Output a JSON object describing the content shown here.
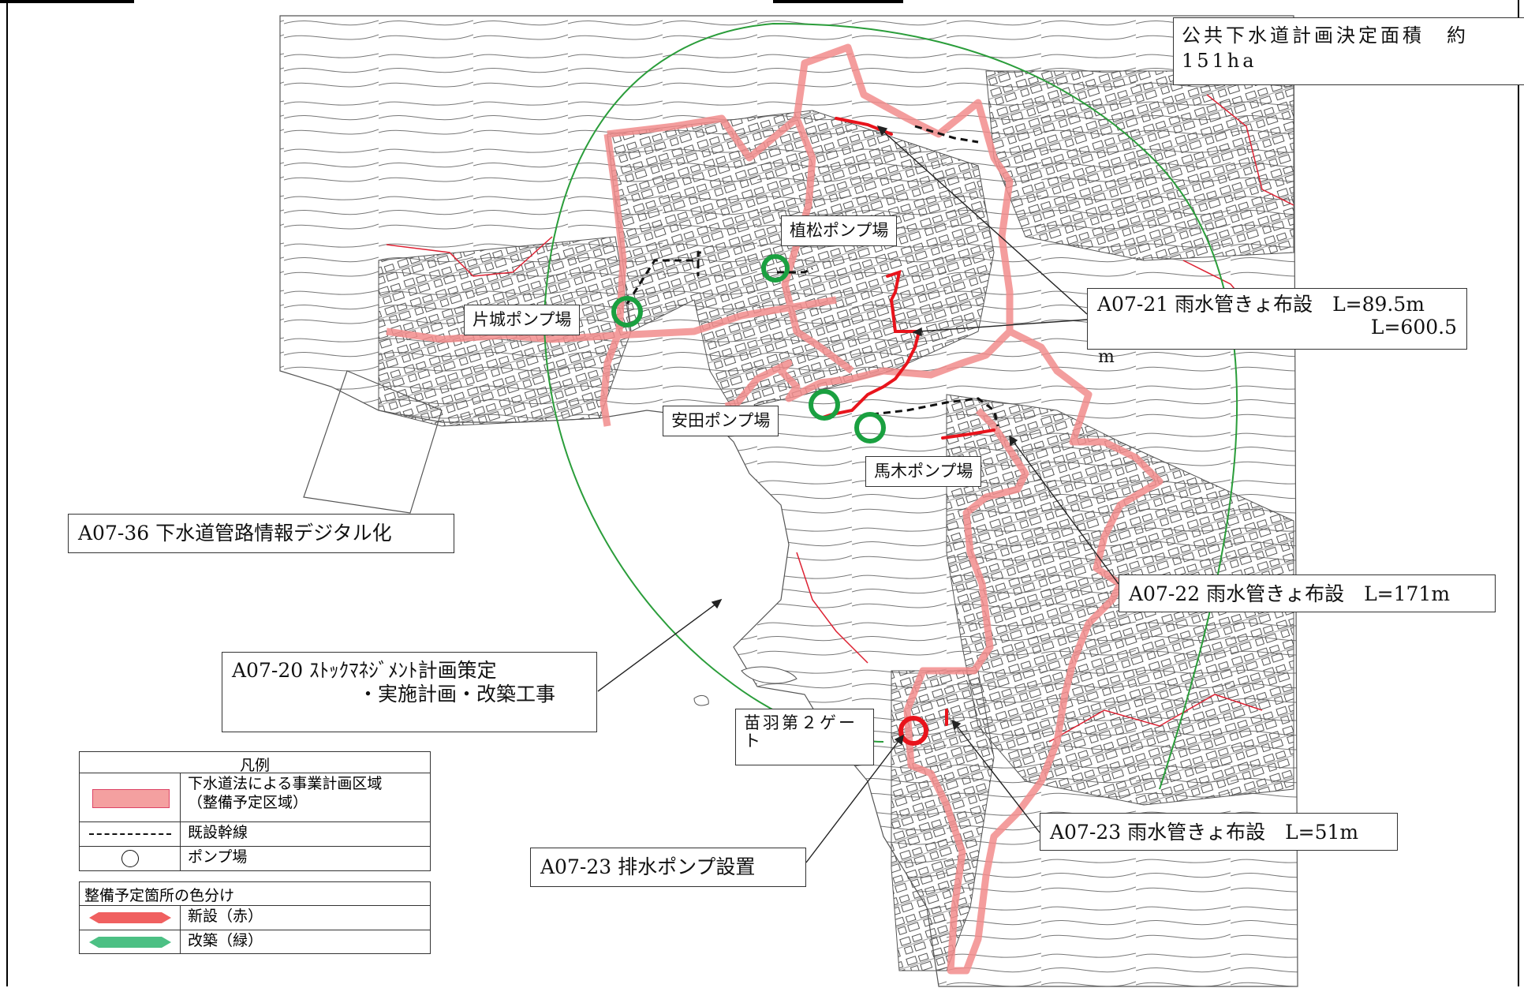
{
  "pump_stations": [
    {
      "name": "片城ポンプ場"
    },
    {
      "name": "植松ポンプ場"
    },
    {
      "name": "安田ポンプ場"
    },
    {
      "name": "馬木ポンプ場"
    }
  ],
  "gate": {
    "name": "苗羽第２ゲート"
  },
  "area_note": "公共下水道計画決定面積　約151ha",
  "projects": {
    "a0721_line1": "A07-21 雨水管きょ布設　L=89.5m",
    "a0721_line2": "L=600.5",
    "a0721_line3": "m",
    "a0722": "A07-22 雨水管きょ布設　L=171m",
    "a0723_pipe": "A07-23 雨水管きょ布設　L=51m",
    "a0723_pump": "A07-23 排水ポンプ設置",
    "a0736": "A07-36 下水道管路情報デジタル化",
    "a0720_line1": "A07-20 ｽﾄｯｸﾏﾈｼﾞﾒﾝﾄ計画策定",
    "a0720_line2": "・実施計画・改築工事"
  },
  "legend": {
    "title": "凡例",
    "items": [
      {
        "label_line1": "下水道法による事業計画区域",
        "label_line2": "（整備予定区域）"
      },
      {
        "label_line1": "既設幹線"
      },
      {
        "label_line1": "ポンプ場"
      }
    ]
  },
  "color_legend": {
    "title": "整備予定箇所の色分け",
    "items": [
      {
        "label": "新設（赤）",
        "color": "#f06060"
      },
      {
        "label": "改築（緑）",
        "color": "#4cc084"
      }
    ]
  },
  "colors": {
    "planned_area": "#f28c8c",
    "new_works": "#e8141c",
    "renovation": "#1aa040",
    "existing_trunk": "#111111",
    "coverage_circle": "#2a9d3a",
    "base_map": "#444444"
  }
}
